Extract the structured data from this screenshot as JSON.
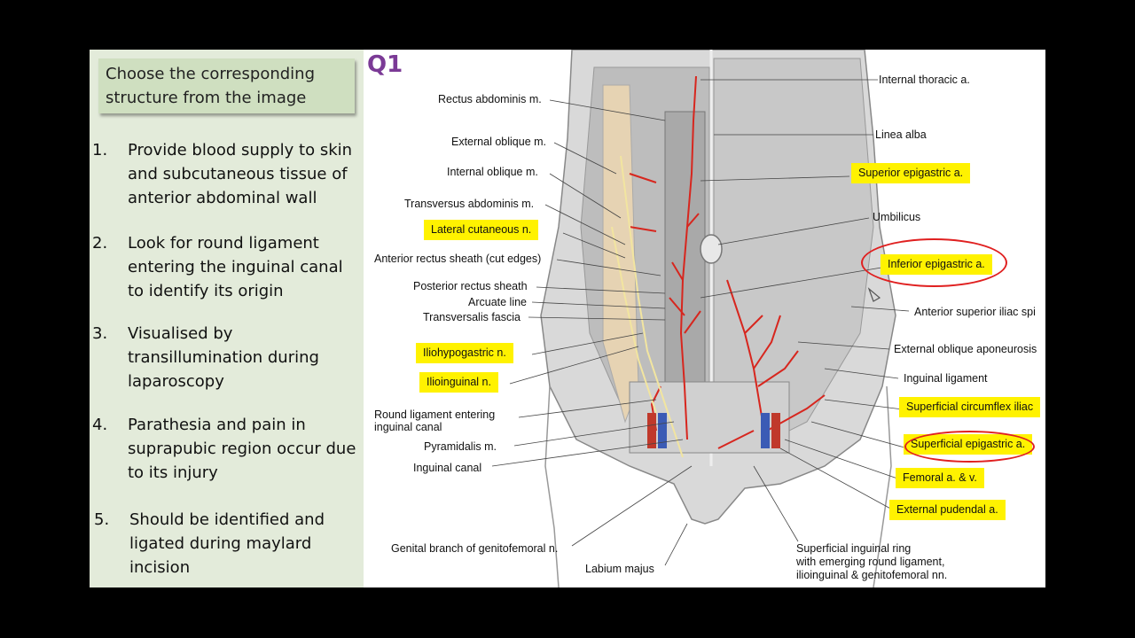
{
  "header": {
    "text": "Choose the corresponding structure from the image"
  },
  "questions": [
    {
      "num": "1.",
      "text": "Provide blood supply to skin and subcutaneous tissue of anterior abdominal wall"
    },
    {
      "num": "2.",
      "text": "Look for round ligament entering the inguinal canal to identify its origin"
    },
    {
      "num": "3.",
      "text": "Visualised by transillumination during laparoscopy"
    },
    {
      "num": "4.",
      "text": "Parathesia and pain in suprapubic region occur due to its injury"
    },
    {
      "num": "5.",
      "text": "Should be identified and ligated during maylard incision"
    }
  ],
  "figure": {
    "question_label": "Q1",
    "labels": {
      "rectus_abdominis": "Rectus abdominis m.",
      "external_oblique": "External oblique m.",
      "internal_oblique": "Internal oblique m.",
      "transversus_abdominis": "Transversus abdominis m.",
      "lateral_cutaneous": "Lateral cutaneous n.",
      "anterior_rectus_sheath": "Anterior rectus sheath (cut edges)",
      "posterior_rectus_sheath": "Posterior rectus sheath",
      "arcuate_line": "Arcuate line",
      "transversalis_fascia": "Transversalis fascia",
      "iliohypogastric": "Iliohypogastric n.",
      "ilioinguinal": "Ilioinguinal n.",
      "round_ligament": "Round ligament entering",
      "round_ligament_2": "inguinal canal",
      "pyramidalis": "Pyramidalis m.",
      "inguinal_canal": "Inguinal canal",
      "genital_branch": "Genital branch of genitofemoral n.",
      "labium_majus": "Labium majus",
      "internal_thoracic": "Internal thoracic a.",
      "linea_alba": "Linea alba",
      "superior_epigastric": "Superior epigastric a.",
      "umbilicus": "Umbilicus",
      "inferior_epigastric": "Inferior epigastric a.",
      "asis": "Anterior superior iliac spi",
      "ext_oblique_aponeurosis": "External oblique aponeurosis",
      "inguinal_ligament": "Inguinal ligament",
      "superficial_circumflex": "Superficial circumflex iliac",
      "superficial_epigastric": "Superficial epigastric a.",
      "femoral": "Femoral a. & v.",
      "external_pudendal": "External pudendal a.",
      "superficial_ring_1": "Superficial inguinal ring",
      "superficial_ring_2": "with emerging round ligament,",
      "superficial_ring_3": "ilioinguinal & genitofemoral nn."
    }
  },
  "colors": {
    "highlight": "#fff200",
    "title_purple": "#7b3a96",
    "annotation_red": "#e02020",
    "panel_green": "#e3ebda"
  }
}
